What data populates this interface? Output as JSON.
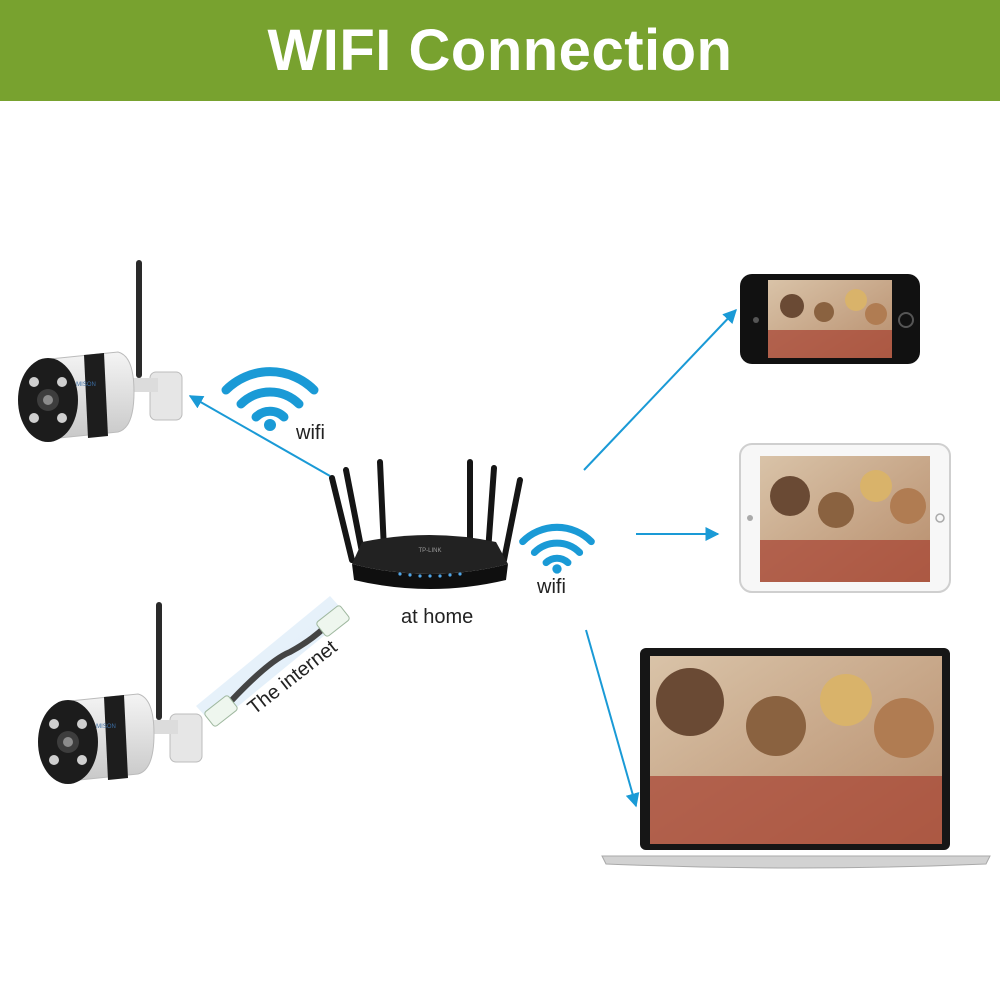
{
  "header": {
    "title": "WIFI Connection"
  },
  "labels": {
    "camera_wifi": "wifi",
    "router_wifi": "wifi",
    "router_location": "at home",
    "cable": "The internet"
  },
  "router": {
    "brand": "TP-LINK"
  },
  "camera": {
    "brand": "MISON"
  },
  "colors": {
    "header_bg": "#78a22f",
    "arrow": "#1a9ad6",
    "wifi_icon": "#1a9ad6"
  },
  "icons": [
    "wifi-icon",
    "camera-icon",
    "router-icon",
    "phone-icon",
    "tablet-icon",
    "laptop-icon",
    "ethernet-cable-icon"
  ]
}
